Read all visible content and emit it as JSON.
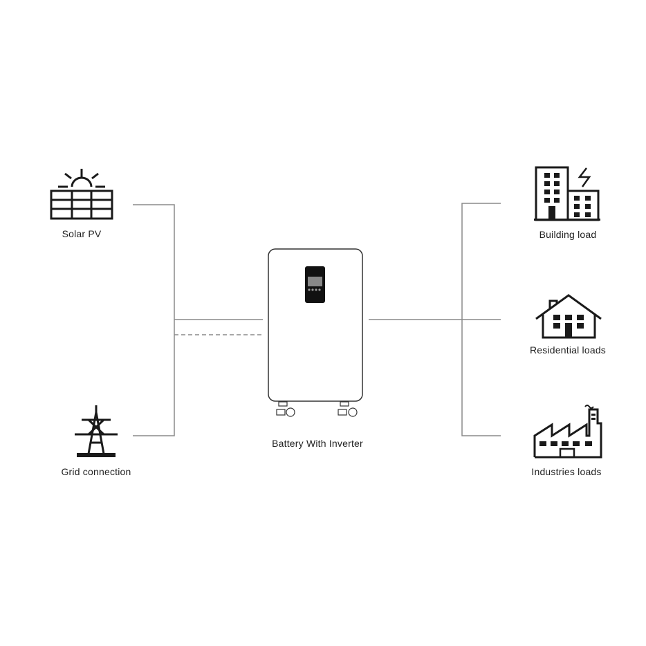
{
  "nodes": {
    "solar": {
      "label": "Solar PV",
      "icon": "solar-panel-icon"
    },
    "grid": {
      "label": "Grid connection",
      "icon": "power-tower-icon"
    },
    "battery": {
      "label": "Battery With Inverter",
      "icon": "battery-inverter-icon"
    },
    "building": {
      "label": "Building load",
      "icon": "building-icon"
    },
    "residential": {
      "label": "Residential loads",
      "icon": "house-icon"
    },
    "industries": {
      "label": "Industries loads",
      "icon": "factory-icon"
    }
  },
  "colors": {
    "line": "#8a8a8a",
    "icon": "#1a1a1a",
    "text": "#222222"
  }
}
